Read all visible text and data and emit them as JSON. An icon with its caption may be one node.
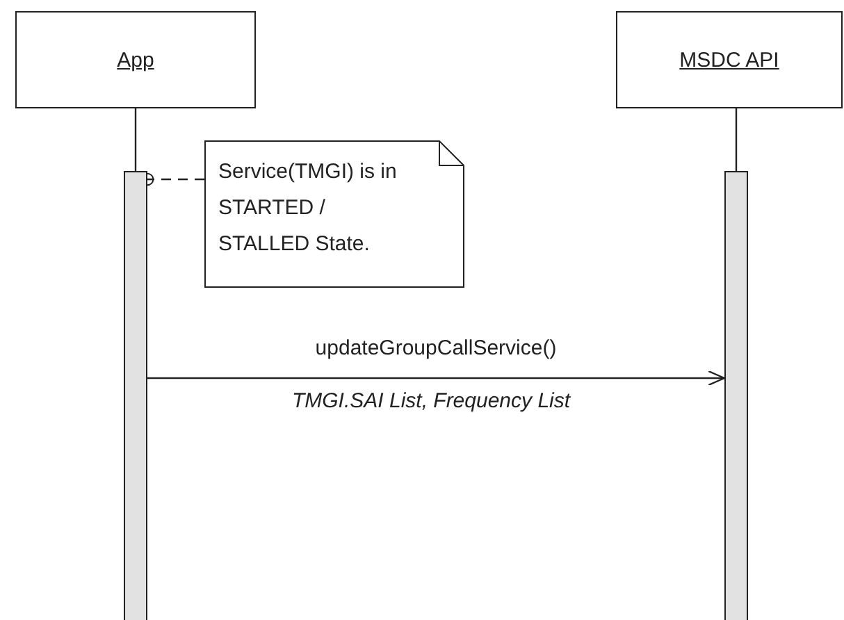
{
  "diagram": {
    "nodes": [
      {
        "text": [
          "App"
        ]
      },
      {
        "text": [
          "MSDC API"
        ]
      },
      {
        "text": [],
        "shape": "bar"
      },
      {
        "text": [],
        "shape": "bar"
      },
      {
        "text": [
          "Service(TMGI) is in STARTED / STALLED State."
        ]
      }
    ],
    "edges": [
      {
        "from": 0,
        "to": 2,
        "arrow": "none"
      },
      {
        "from": 1,
        "to": 3,
        "arrow": "none"
      },
      {
        "from": 4,
        "to": 2,
        "arrow": "other",
        "style": "dashed"
      },
      {
        "from": 2,
        "to": 3,
        "arrow": "to",
        "label": "updateGroupCallService()"
      }
    ],
    "labels": [
      "TMGI.SAI List, Frequency List"
    ]
  }
}
